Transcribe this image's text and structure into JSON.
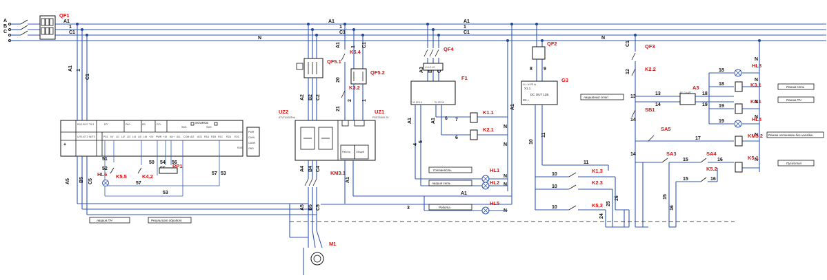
{
  "bus": {
    "phase_a": "A",
    "phase_b": "B",
    "phase_c": "C",
    "a1": "A1",
    "b1": "1",
    "c1": "C1",
    "n": "N"
  },
  "refs": {
    "qf1": "QF1",
    "qf2": "QF2",
    "qf3": "QF3",
    "qf4": "QF4",
    "qf51": "QF5.1",
    "qf52": "QF5.2",
    "uz1": "UZ1",
    "uz2": "UZ2",
    "km31": "KM3.1",
    "km32": "KM3.2",
    "m1": "M1",
    "g3": "G3",
    "f1": "F1",
    "k54": "K5.4",
    "k32": "K3.2",
    "k11": "K1.1",
    "k21": "K2.1",
    "k13": "K1.3",
    "k23": "K2.3",
    "k53": "K5.3",
    "k22": "K2.2",
    "k31": "K3.1",
    "k41": "K4.1",
    "k51": "K5.1",
    "k52": "K5.2",
    "k55": "K5.5",
    "k42": "K4.2",
    "a3": "A3",
    "sb1": "SB1",
    "sa3": "SA3",
    "sa4": "SA4",
    "sa5": "SA5",
    "hl1": "HL1",
    "hl2": "HL2",
    "hl3": "HL3",
    "hl4": "HL4",
    "hl5": "HL5",
    "hl6": "HL6",
    "rp1": "RP1"
  },
  "subtitles": {
    "uz2": "ATV71/432Fn4",
    "uz1": "PSS72/400-70",
    "g3_model": "DC OUT 12В",
    "g3_term": "X1.1",
    "g3_x1": "X1.~"
  },
  "labels": {
    "fault_ch": "Авария ПЧ",
    "speed_result": "Результат обработ",
    "ready": "Готовность",
    "mains_fault": "Авария сеть",
    "work": "Работа",
    "mode_mains": "Режим сеть",
    "mode_pch": "Режим ПЧ",
    "mode_no_drive": "Режим остановки без насадки",
    "start_stop": "Пуск/стоп",
    "manual_stop": "Аварийный стоп",
    "source": "SOURCE",
    "sw1": "SW1",
    "sw2": "SW2",
    "a3_range": "-45°.0.+45°"
  },
  "wires": {
    "w1": "1",
    "w2": "2",
    "w3": "3",
    "w4": "4",
    "w5": "5",
    "w6": "6",
    "w7": "7",
    "w10": "10",
    "w11": "11",
    "w12": "12",
    "w13": "13",
    "w14": "14",
    "w15": "15",
    "w16": "16",
    "w17": "17",
    "w18": "18",
    "w19": "19",
    "w20": "20",
    "w21": "21",
    "w25": "25",
    "w26": "26",
    "w51": "51",
    "w52": "52",
    "w53": "53",
    "w54": "54",
    "w55": "55",
    "w56": "56",
    "w57": "57",
    "a4": "A4",
    "a5": "A5",
    "b5": "B5",
    "c5": "C5",
    "a2": "A2",
    "b2": "B2",
    "c2": "C2",
    "a3w": "A3",
    "b3": "B3",
    "c3": "C3",
    "b4": "B4",
    "c4": "C4"
  }
}
